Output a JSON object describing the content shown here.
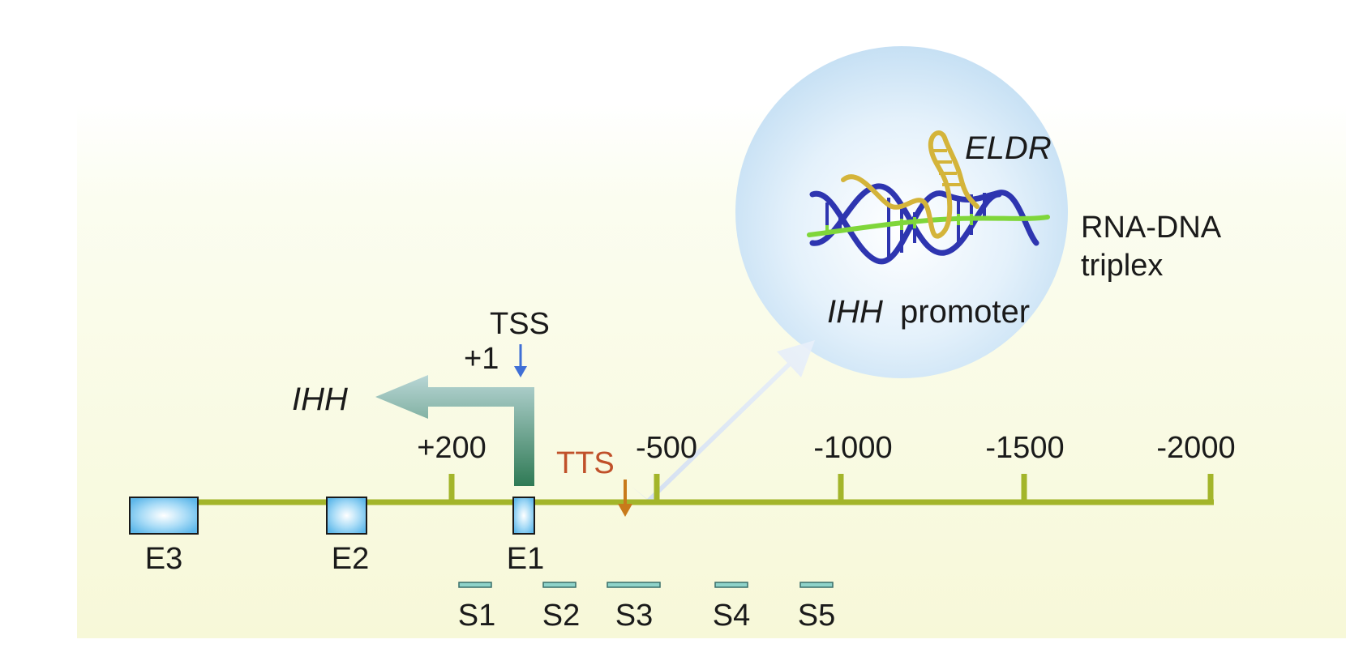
{
  "gene_label": "IHH",
  "tss": {
    "label": "TSS",
    "pos_label": "+1"
  },
  "tts": {
    "label": "TTS"
  },
  "ticks": [
    "+200",
    "-500",
    "-1000",
    "-1500",
    "-2000"
  ],
  "exons": [
    "E3",
    "E2",
    "E1"
  ],
  "sites": [
    "S1",
    "S2",
    "S3",
    "S4",
    "S5"
  ],
  "inset": {
    "rna_label": "ELDR",
    "promoter_gene": "IHH",
    "promoter_word": "promoter",
    "complex_line1": "RNA-DNA",
    "complex_line2": "triplex"
  },
  "colors": {
    "axis": "#a3b52a",
    "tss_arrow": "#3f6fd6",
    "tts_text": "#c0502a",
    "tts_arrow": "#c87a1a",
    "exon_fill": "#8fd0f5",
    "site_bar": "#8fd3c9",
    "dna_strand": "#2e35b0",
    "rna_strand": "#d4b43a",
    "third_strand": "#7fd63a",
    "inset_bg": "#cfe6f6"
  }
}
